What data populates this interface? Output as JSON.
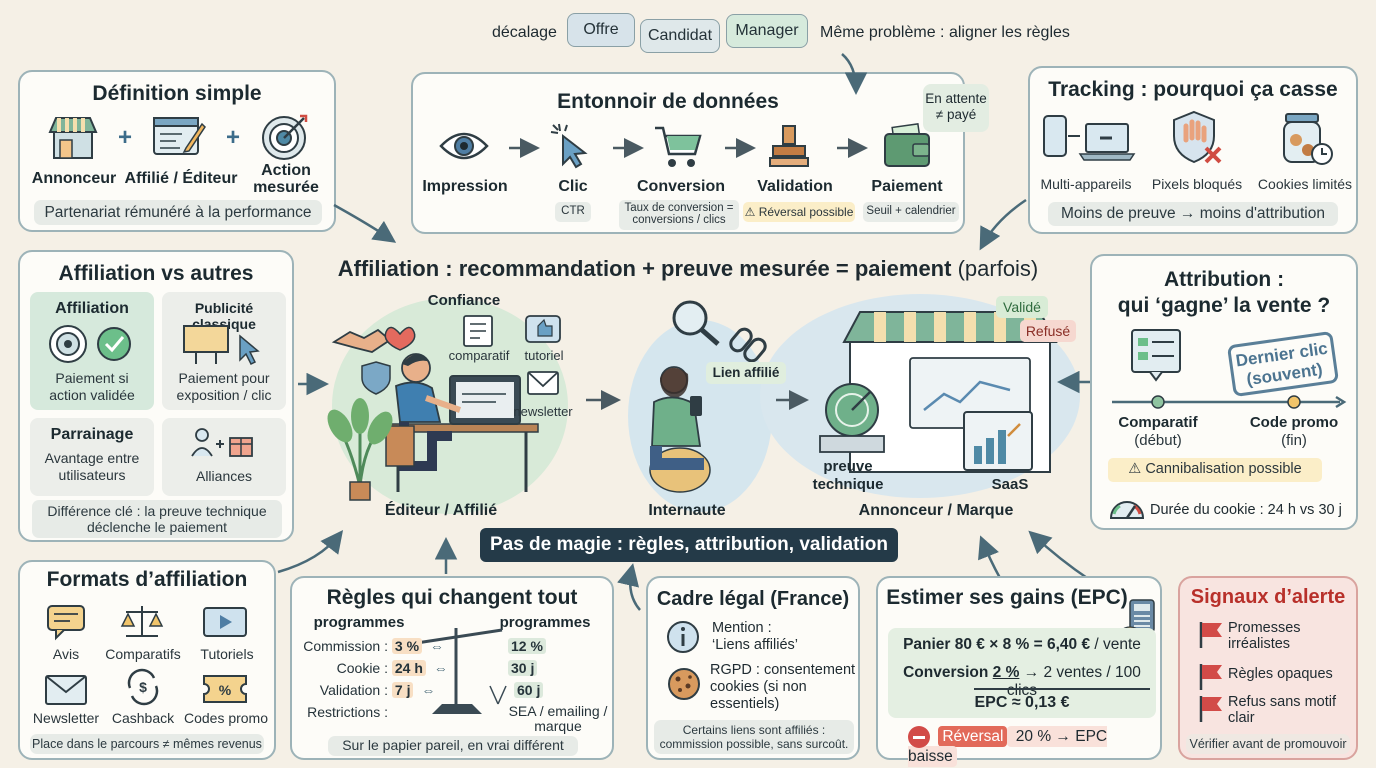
{
  "top": {
    "decalage": "décalage",
    "tags": [
      "Offre",
      "Candidat",
      "Manager"
    ],
    "meme": "Même problème : aligner les règles"
  },
  "definition": {
    "title": "Définition simple",
    "items": [
      "Annonceur",
      "Affilié / Éditeur",
      "Action mesurée"
    ],
    "plus": "+",
    "caption": "Partenariat rémunéré à la performance"
  },
  "funnel": {
    "title": "Entonnoir de données",
    "note": "En attente ≠ payé",
    "steps": [
      "Impression",
      "Clic",
      "Conversion",
      "Validation",
      "Paiement"
    ],
    "chips": [
      "CTR",
      "Taux de conversion = conversions / clics",
      "Réversal possible",
      "Seuil + calendrier"
    ]
  },
  "tracking": {
    "title": "Tracking : pourquoi ça casse",
    "items": [
      "Multi-appareils",
      "Pixels bloqués",
      "Cookies limités"
    ],
    "caption": "Moins de preuve → moins d'attribution"
  },
  "versus": {
    "title": "Affiliation vs autres",
    "cells": [
      {
        "title": "Affiliation",
        "text": "Paiement si action validée"
      },
      {
        "title": "Publicité classique",
        "text": "Paiement pour exposition / clic"
      },
      {
        "title": "Parrainage",
        "text": "Avantage entre utilisateurs"
      },
      {
        "title": "",
        "text": "Alliances"
      }
    ],
    "caption": "Différence clé : la preuve technique déclenche le paiement"
  },
  "center": {
    "headline_bold": "Affiliation : recommandation + preuve mesurée = paiement",
    "headline_light": "(parfois)",
    "confiance": "Confiance",
    "comparatif": "comparatif",
    "tutoriel": "tutoriel",
    "newsletter": "newsletter",
    "editeur": "Éditeur / Affilié",
    "lien": "Lien affilié",
    "internaute": "Internaute",
    "valide": "Validé",
    "refuse": "Refusé",
    "preuve": "preuve technique",
    "saas": "SaaS",
    "annonceur": "Annonceur / Marque",
    "banner": "Pas de magie : règles, attribution, validation"
  },
  "attribution": {
    "title_1": "Attribution :",
    "title_2": "qui ‘gagne’ la vente ?",
    "stamp_1": "Dernier clic",
    "stamp_2": "(souvent)",
    "left_bold": "Comparatif",
    "left_sub": "(début)",
    "right_bold": "Code promo",
    "right_sub": "(fin)",
    "warn": "Cannibalisation possible",
    "cookie": "Durée du cookie : 24 h vs 30 j"
  },
  "formats": {
    "title": "Formats d’affiliation",
    "items": [
      "Avis",
      "Comparatifs",
      "Tutoriels",
      "Newsletter",
      "Cashback",
      "Codes promo"
    ],
    "caption": "Place dans le parcours ≠ mêmes revenus"
  },
  "regles": {
    "title": "Règles qui changent tout",
    "col_left": "programmes",
    "col_right": "programmes",
    "rows": [
      {
        "label": "Commission :",
        "left": "3 %",
        "right": "12 %"
      },
      {
        "label": "Cookie :",
        "left": "24 h",
        "right": "30 j"
      },
      {
        "label": "Validation :",
        "left": "7 j",
        "right": "60 j"
      },
      {
        "label": "Restrictions :",
        "left": "",
        "right": "SEA / emailing / marque"
      }
    ],
    "caption": "Sur le papier pareil, en vrai différent"
  },
  "legal": {
    "title": "Cadre légal (France)",
    "mention_1": "Mention :",
    "mention_2": "‘Liens affiliés’",
    "rgpd": "RGPD : consentement cookies (si non essentiels)",
    "caption": "Certains liens sont affiliés : commission possible, sans surcoût."
  },
  "epc": {
    "title": "Estimer ses gains (EPC)",
    "line1_a": "Panier 80 € × 8 % = ",
    "line1_b": "6,40 €",
    "line1_c": " / vente",
    "line2_a": "Conversion ",
    "line2_b": "2 %",
    "line2_c": " → 2 ventes / 100 clics",
    "line3": "EPC ≈ 0,13 €",
    "rev_a": "Réversal",
    "rev_b": " 20 % → EPC baisse"
  },
  "alerts": {
    "title": "Signaux d’alerte",
    "items": [
      "Promesses irréalistes",
      "Règles opaques",
      "Refus sans motif clair"
    ],
    "caption": "Vérifier avant de promouvoir"
  },
  "colors": {
    "bg": "#f5f0e6",
    "border": "#9db3b8",
    "accent_green": "#4f9a7a",
    "alert_red": "#d24b48"
  }
}
